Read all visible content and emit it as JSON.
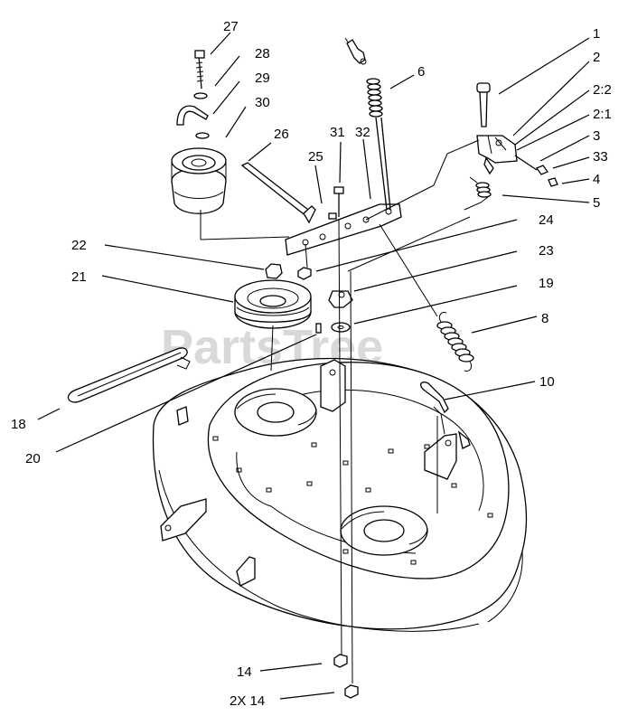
{
  "watermark": {
    "text": "PartsTree",
    "trademark": "™"
  },
  "callouts": {
    "c1": "1",
    "c2": "2",
    "c2_2": "2:2",
    "c2_1": "2:1",
    "c3": "3",
    "c33": "33",
    "c4": "4",
    "c5": "5",
    "c6": "6",
    "c8": "8",
    "c10": "10",
    "c14": "14",
    "c2x14": "2X 14",
    "c18": "18",
    "c19": "19",
    "c20": "20",
    "c21": "21",
    "c22": "22",
    "c23": "23",
    "c24": "24",
    "c25": "25",
    "c26": "26",
    "c27": "27",
    "c28": "28",
    "c29": "29",
    "c30": "30",
    "c31": "31",
    "c32": "32"
  }
}
